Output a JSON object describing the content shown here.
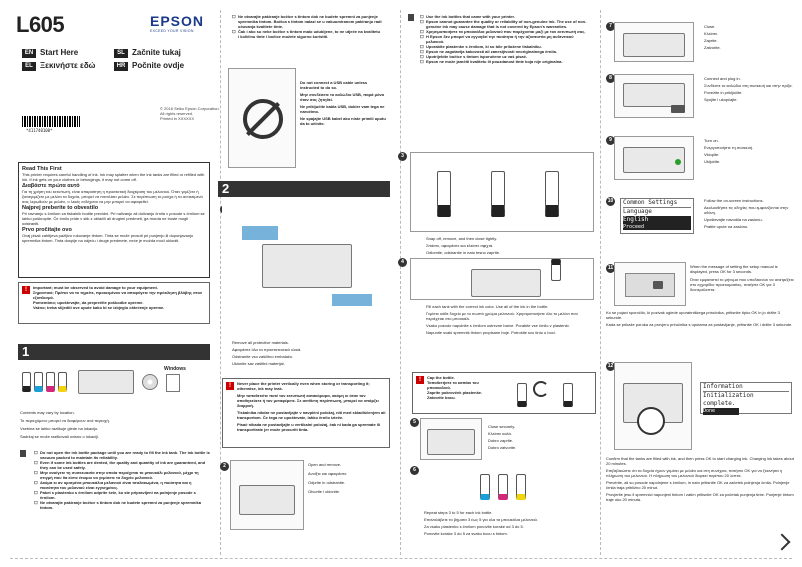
{
  "header": {
    "model": "L605",
    "brand": "EPSON",
    "tagline": "EXCEED YOUR VISION",
    "languages": [
      {
        "code": "EN",
        "title": "Start Here"
      },
      {
        "code": "SL",
        "title": "Začnite tukaj"
      },
      {
        "code": "EL",
        "title": "Ξεκινήστε εδώ"
      },
      {
        "code": "HR",
        "title": "Počnite ovdje"
      }
    ],
    "barcode_text": "*411740100*",
    "copyright": [
      "© 2016 Seiko Epson Corporation.",
      "All rights reserved.",
      "Printed in XXXXXX"
    ]
  },
  "read_first": {
    "title": "Read This First",
    "text": "This printer requires careful handling of ink. Ink may splatter when the ink tanks are filled or refilled with ink. If ink gets on your clothes or belongings, it may not come off.",
    "el_title": "Διαβάστε πρώτα αυτό",
    "el_text": "Για τη χρήση του εκτυπωτή, είναι απαραίτητη η προσεκτική διαχείριση του μελανιού. Όταν γεμίζετε ή ξαναγεμίζετε με μελάνι τα δοχεία, μπορεί να πιτσιλίσει μελάνι. Σε περίπτωση το ρούχα ή τα αντικείμενά σας λερωθούν με μελάνι, ο λεκές ενδέχεται να μην μπορεί να αφαιρεθεί.",
    "sl_title": "Najprej preberite to obvestilo",
    "sl_text": "Pri ravnanju s črnilom za tiskalnik bodite previdni. Pri nalivanju ali dolivanju črnila v posode s črnilom se lahko poškropite. Če črnilo pride v stik z oblačili ali drugimi predmeti, ga morda ne boste mogli odstraniti.",
    "hr_title": "Prvo pročitajte ovo",
    "hr_text": "Ovaj pisač zahtijeva pažljivo rukovanje tintom. Tinta se može prosuti pri punjenju ili dopunjavanju spremnika tintom. Tinta dospije na odjeću i druge predmete, neće je možda moći ukloniti."
  },
  "important": [
    "Important; must be observed to avoid damage to your equipment.",
    "Σημαντικό; Πρέπει να το τηρείτε, προκειμένου να αποφύγετε την πρόκληση βλάβης στον εξοπλισμό.",
    "Pomembno; upoštevajte, da preprečite poškodbe opreme.",
    "Važno; treba slijediti ove upute kako bi se izbjeglo oštećenje opreme."
  ],
  "step1": {
    "number": "1",
    "windows_label": "Windows",
    "captions": [
      "Contents may vary by location.",
      "Το περιεχόμενο μπορεί να διαφέρουν ανά περιοχή.",
      "Vsebina se lahko razlikuje glede na lokacijo.",
      "Sadržaj se može razlikovati ovisno o lokaciji."
    ],
    "notes": [
      "Do not open the ink bottle package until you are ready to fill the ink tank. The ink bottle is vacuum packed to maintain its reliability.",
      "Even if some ink bottles are dented, the quality and quantity of ink are guaranteed, and they can be used safely.",
      "Μην ανοίγετε τη συσκευασία στην οποία περιέχεται το μπουκάλι μελανιού, μέχρι τη στιγμή που θα είστε έτοιμοι να γεμίσετε το δοχείο μελανιού.",
      "Ακόμα κι αν ορισμένα μπουκάλια μελανιού είναι τσαλακωμένα, η ποιότητα και η ποσότητα του μελανιού είναι εγγυημένες.",
      "Paket s plastenko s črnilom odprite šele, ko ste pripravljeni na polnjenje posode s črnilom.",
      "Ne otvarajte pakiranje bočice s tintom dok ne budete spremni za punjenje spremnika tintom."
    ]
  },
  "top_middle": {
    "notes": [
      "Ne otvarajte pakiranje bočice s tintom dok ne budete spremni za punjenje spremnika tintom. Bočica s tintom nalazi se u vakuumiranom pakiranju radi očuvanja kvalitete tinte.",
      "Čak i ako su neke bočice s tintom malo udubljene, to ne utječe na kvalitetu i količinu tinte i bočice možete sigurno koristiti."
    ],
    "usb_warning": [
      "Do not connect a USB cable unless instructed to do so.",
      "Μην συνδέσετε το καλώδιο USB, παρά μόνο όταν σας ζητηθεί.",
      "Ne priključite kabla USB, dokler vam tega ne naročimo.",
      "Ne spajajte USB kabel ako niste primili uputu da to učinite."
    ]
  },
  "step2": {
    "number": "2",
    "captions": [
      "Remove all protective materials.",
      "Αφαιρέστε όλα τα προστατευτικά υλικά.",
      "Odstranite vso zaščitno embalažo.",
      "Uklonite sav zaštitni materijal."
    ],
    "never_place": [
      "Never place the printer vertically even when storing or transporting it; otherwise, ink may leak.",
      "Μην τοποθετείτε ποτέ τον εκτυπωτή κατακόρυφα, ακόμη κι όταν τον αποθηκεύετε ή τον μεταφέρετε. Σε αντίθετη περίπτωση, μπορεί να υπάρξει διαρροή.",
      "Tiskalnika nikdar ne postavljajte v navpični položaj, niti med skladiščenjem ali transportom. Če tega ne upoštevate, lahko črnilo izteče.",
      "Pisač nikada ne postavljajte u vertikalni položaj, čak ni kada ga spremate ili transportirate jer može procuriti tinta."
    ],
    "substep2_num": "2",
    "substep2": [
      "Open and remove.",
      "Ανοίξτε και αφαιρέστε.",
      "Odprite in odstranite.",
      "Otvorite i uklonite."
    ]
  },
  "column3": {
    "notes": [
      "Use the ink bottles that came with your printer.",
      "Epson cannot guarantee the quality or reliability of non-genuine ink. The use of non-genuine ink may cause damage that is not covered by Epson's warranties.",
      "Χρησιμοποιήστε τα μπουκάλια μελανιού που παρέχονται μαζί με τον εκτυπωτή σας.",
      "Η Epson δεν μπορεί να εγγυηθεί την ποιότητα ή την αξιοπιστία μη αυθεντικού μελανιού.",
      "Uporabite plastenke s črnilom, ki so bile priložene tiskalniku.",
      "Epson ne zagotavlja kakovosti ali zanesljivosti neoriginalnega črnila.",
      "Upotrijebite bočice s tintom isporučene uz vaš pisač.",
      "Epson ne može jamčiti kvalitetu ili pouzdanost tinte koja nije originalna."
    ],
    "s3_num": "3",
    "s3": [
      "Snap off, remove, and then close tightly.",
      "Σπάστε, αφαιρέστε και κλείστε σφιχτά.",
      "Odlomite, odstranite in nato tesno zaprite.",
      "Odlomite ih, uklonite i potom čvrsto zatvorite."
    ],
    "s4_num": "4",
    "s4": [
      "Fill each tank with the correct ink color. Use all of the ink in the bottle.",
      "Γεμίστε κάθε δοχείο με το σωστό χρώμα μελανιού. Χρησιμοποιήστε όλο το μελάνι που περιέχεται στο μπουκάλι.",
      "Vsako posodo napolnite s črnilom ustrezne barve. Porabite vse črnilo v plastenki.",
      "Napunite svaki spremnik tintom propisane boje. Potrošite svu tintu u boci."
    ],
    "cap_box": [
      "Cap the bottle.",
      "Τοποθετήστε το καπάκι του μπουκαλιού.",
      "Zaprite pokrovček plastenke.",
      "Zatvorite bocu."
    ],
    "s5_num": "5",
    "s5": [
      "Close securely.",
      "Κλείστε καλά.",
      "Dobro zaprite.",
      "Dobro zatvorite."
    ],
    "s6_num": "6",
    "s6": [
      "Repeat steps 3 to 5 for each ink bottle.",
      "Επαναλάβετε τα βήματα 3 έως 5 για όλα τα μπουκάλια μελανιού.",
      "Za vsako plastenko s črnilom ponovite korake od 3 do 5.",
      "Ponovite korake 3 do 5 za svaku bocu s tintom."
    ]
  },
  "column4": {
    "s7_num": "7",
    "s7": [
      "Close.",
      "Κλείστε.",
      "Zaprite.",
      "Zatvorite."
    ],
    "s8_num": "8",
    "s8": [
      "Connect and plug in.",
      "Συνδέστε το καλώδιο στη συσκευή και στην πρίζα.",
      "Povežite in priključite.",
      "Spojite i ukopčajte."
    ],
    "s9_num": "9",
    "s9": [
      "Turn on.",
      "Ενεργοποιήστε τη συσκευή.",
      "Vklopite.",
      "Uključite."
    ],
    "s10_num": "10",
    "lcd10": {
      "title": "Common Settings",
      "line1": "Language",
      "line2": "English",
      "line3": "Proceed"
    },
    "s10": [
      "Follow the on-screen instructions.",
      "Ακολουθήστε τις οδηγίες που εμφανίζονται στην οθόνη.",
      "Upoštevajte navodila na zaslonu.",
      "Pratite upute na zaslonu."
    ],
    "s11_num": "11",
    "s11": [
      "When the message of setting the setup manual is displayed, press OK for 3 seconds.",
      "Όταν εμφανιστεί το μήνυμα που υποδεικνύει να ανατρέξετε στο εγχειρίδιο προετοιμασίας, πατήστε OK για 3 δευτερόλεπτα.",
      "Ko se pojavi sporočilo, ki pozivak oglede uporabniškega priročnika, pritisnite tipko OK in jo držite 3 sekunde.",
      "Kada se prikaže poruka za provjeru priručnika s uputama za postavljanje, pritisnite OK i držite 3 sekunde."
    ],
    "s12_num": "12",
    "lcd12": {
      "line1": "Information",
      "line2": "Initialization complete.",
      "line3": "Done"
    },
    "s12": [
      "Confirm that the tanks are filled with ink, and then press OK to start charging ink. Charging ink takes about 20 minutes.",
      "Επιβεβαιώστε ότι τα δοχεία έχουν γεμίσει με μελάνι και στη συνέχεια, πατήστε OK για να ξεκινήσει η πλήρωση του μελανιού. Η πλήρωση του μελανιού διαρκεί περίπου 20 λεπτά.",
      "Prevérite, ali so posode napolnjene s črnilom, in nato pritisnite OK za začetek polnjenja črnila. Polnjenje črnila traja približno 20 minut.",
      "Provjerite jesu li spremnici napunjeni tintom i zatim pritisnite OK za početak punjenja tinte. Punjenje tintom traje oko 20 minuta."
    ]
  },
  "colors": {
    "ink_black": "#222222",
    "ink_cyan": "#19a0d8",
    "ink_magenta": "#d6267b",
    "ink_yellow": "#f2d40f",
    "warn": "#cc0000"
  }
}
